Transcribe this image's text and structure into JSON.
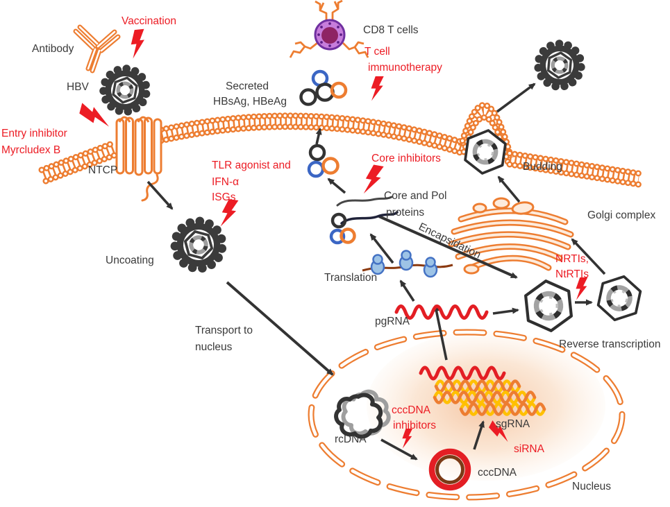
{
  "figure": {
    "type": "pathway-diagram",
    "topic": "HBV life cycle with therapeutic intervention points"
  },
  "colors": {
    "orange": "#ED7D31",
    "red": "#EC1C24",
    "dark": "#3B3B3B",
    "blue_particle": "#3B66C4",
    "ribosome_fill": "#9DC3E6",
    "ribosome_stroke": "#4472C4",
    "mrna_brown": "#8B3A10",
    "gold": "#FFC000",
    "capsid_gray": "#A3A3A3",
    "tcell_purple": "#C77DDB",
    "tcell_outline": "#7030A0",
    "tcell_nucleus": "#8E2464",
    "cccdna_inner_brown": "#7B3B17"
  },
  "labels": {
    "antibody": "Antibody",
    "hbv": "HBV",
    "ntcp": "NTCP",
    "cd8_t_cells": "CD8 T cells",
    "secreted": [
      "Secreted",
      "HBsAg, HBeAg"
    ],
    "uncoating": "Uncoating",
    "transport": [
      "Transport to",
      "nucleus"
    ],
    "translation": "Translation",
    "pgrna": "pgRNA",
    "core_pol": [
      "Core and Pol",
      "proteins"
    ],
    "encapsidation": "Encapsidation",
    "budding": "Budding",
    "golgi": "Golgi complex",
    "reverse_transcription": "Reverse transcription",
    "rcdna": "rcDNA",
    "cccdna": "cccDNA",
    "sgrna": "sgRNA",
    "nucleus": "Nucleus"
  },
  "therapies": {
    "vaccination": "Vaccination",
    "entry_inhibitor": [
      "Entry inhibitor",
      "Myrcludex B"
    ],
    "t_cell_immunotherapy": [
      "T cell",
      "immunotherapy"
    ],
    "tlr": [
      "TLR agonist and",
      "IFN-α",
      "ISGs"
    ],
    "core_inhibitors": "Core inhibitors",
    "nrti": [
      "NRTIs,",
      "NtRTIs"
    ],
    "cccdna_inhibitors": [
      "cccDNA",
      "inhibitors"
    ],
    "sirna": "siRNA"
  }
}
